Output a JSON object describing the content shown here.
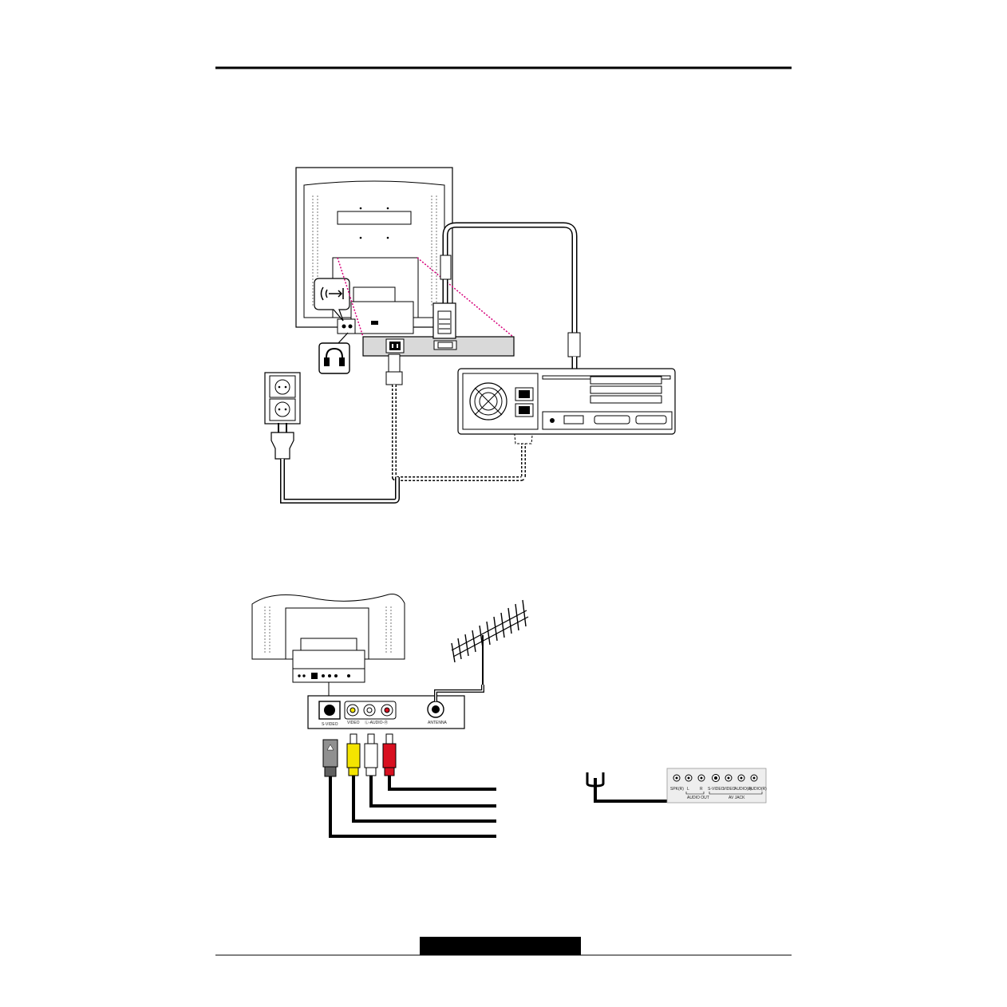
{
  "ports": {
    "s_video": "S-VIDEO",
    "video": "VIDEO",
    "audio": "Ⓛ-AUDIO-Ⓡ",
    "antenna": "ANTENNA"
  },
  "av_panel": {
    "spk": "SPK(R)",
    "l": "L",
    "r": "R",
    "s_video": "S-VIDEO",
    "video": "VIDEO",
    "audio_l": "AUDIO(L)",
    "audio_r": "AUDIO(R)",
    "audio_out": "AUDIO OUT",
    "av_jack": "AV JACK"
  },
  "colors": {
    "guide_line": "#d6007a",
    "video_plug": "#f4e400",
    "audio_right_plug": "#d81020",
    "audio_left_plug": "#ffffff",
    "svideo_plug": "#909090"
  },
  "icons": [
    "audio-input-icon",
    "headphone-icon",
    "wall-outlet-icon",
    "power-plug-icon",
    "tv-antenna-icon",
    "cooling-fan-icon"
  ]
}
